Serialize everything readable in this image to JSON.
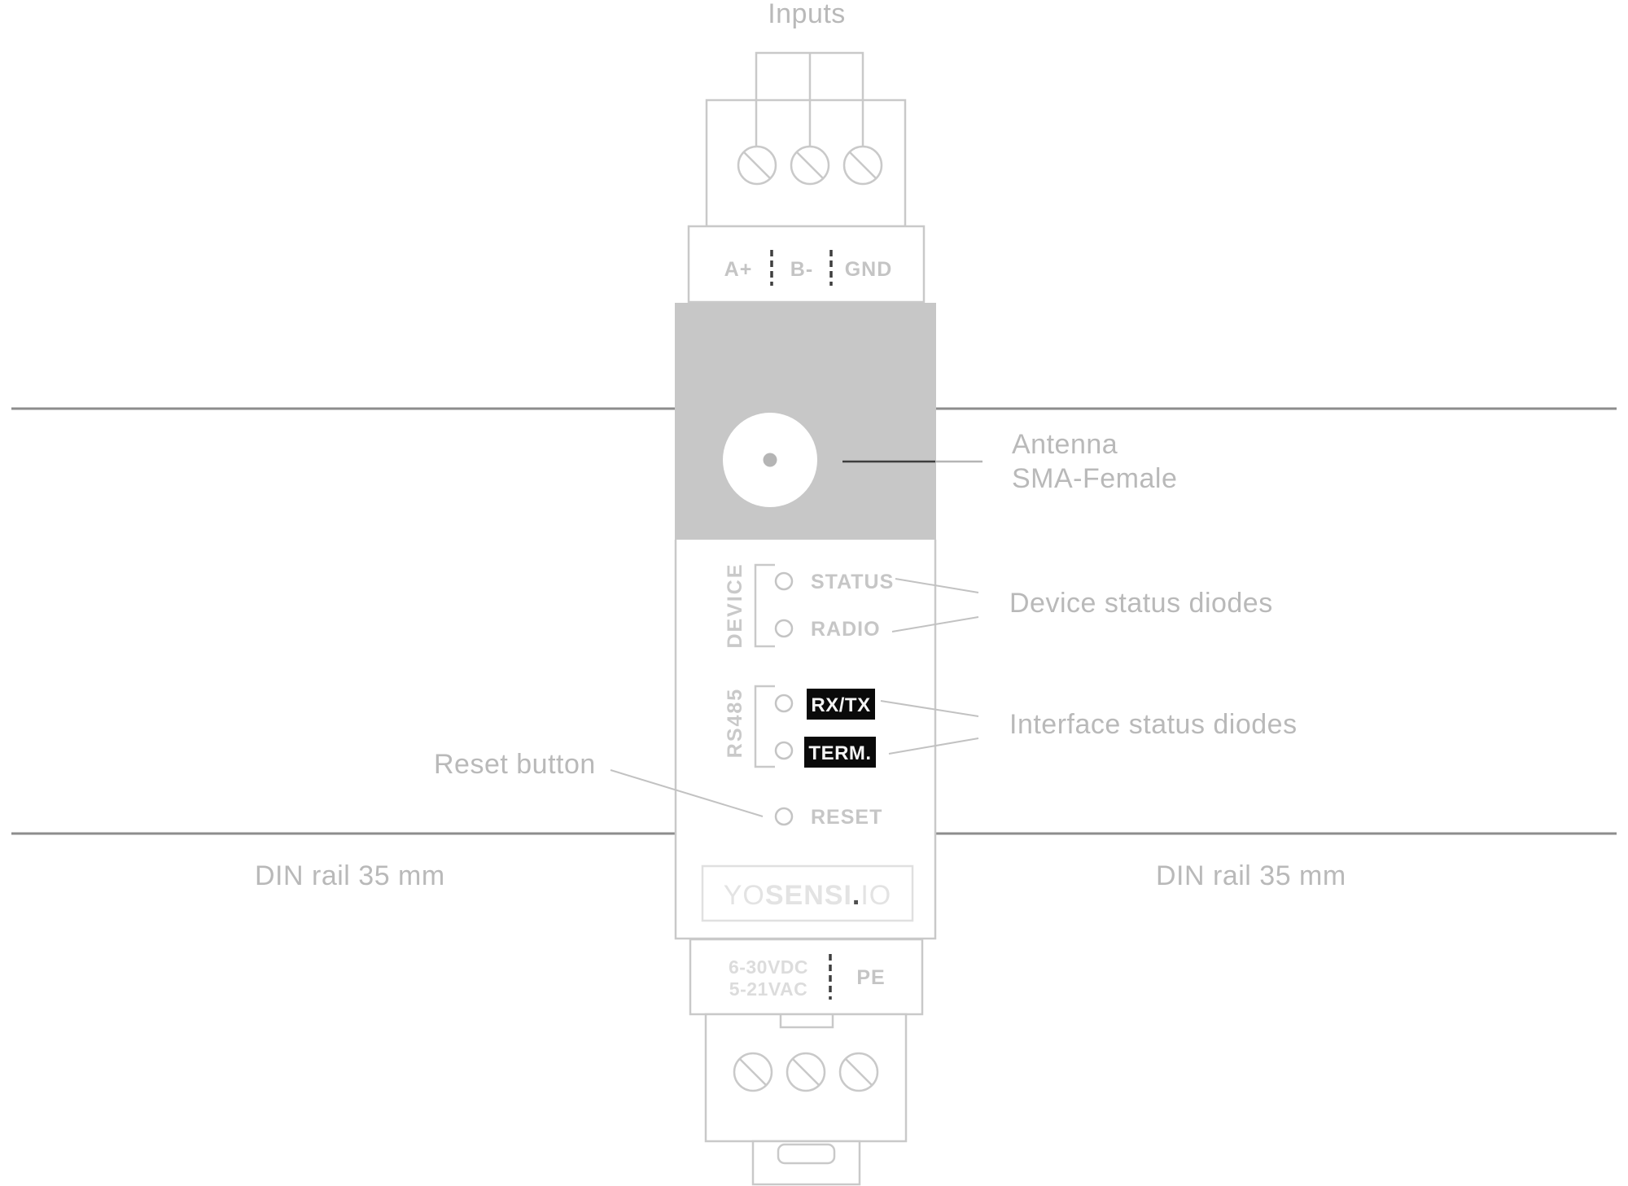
{
  "annotations": {
    "inputs": "Inputs",
    "antenna": {
      "line1": "Antenna",
      "line2": "SMA-Female"
    },
    "device_status_diodes": "Device status diodes",
    "interface_status_diodes": "Interface status diodes",
    "reset_button": "Reset button",
    "din_rail_left": "DIN rail 35 mm",
    "din_rail_right": "DIN rail 35 mm"
  },
  "device": {
    "input_terminals": {
      "a": "A+",
      "b": "B-",
      "gnd": "GND"
    },
    "device_section": {
      "label": "DEVICE",
      "led1": "STATUS",
      "led2": "RADIO"
    },
    "rs485_section": {
      "label": "RS485",
      "led1": "RX/TX",
      "led2": "TERM."
    },
    "reset_label": "RESET",
    "logo": {
      "yo": "YO",
      "sensi": "SENSI",
      "dot": ".",
      "io": "IO"
    },
    "power_terminals": {
      "dc": "6-30VDC",
      "ac": "5-21VAC",
      "pe": "PE"
    }
  },
  "colors": {
    "device_outline": "#c9c9c9",
    "din_rail_line": "#8d8d8d",
    "antenna_panel_fill": "#c7c7c7",
    "annotation_text": "#b9b9b9",
    "device_text": "#c6c6c6",
    "terminal_divider_dash": "#3f3f3f",
    "badge_background": "#0a0a0a",
    "badge_text": "#f5f5f5",
    "logo_text": "#e3e3e3",
    "logo_dot": "#4f4f4f",
    "power_text": "#dcdcdc"
  }
}
